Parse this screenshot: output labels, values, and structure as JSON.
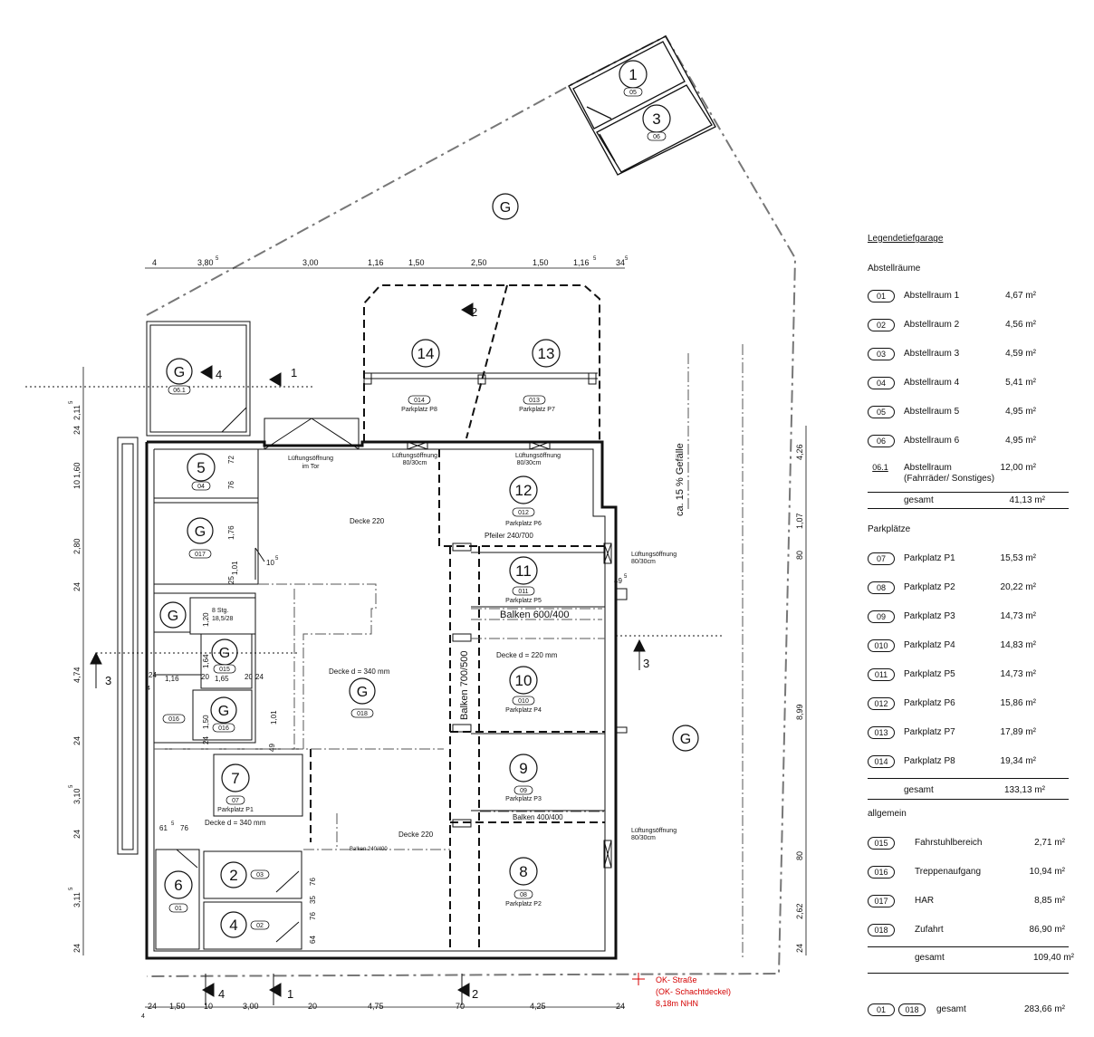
{
  "dims_top": [
    "4",
    "3,80",
    "5",
    "3,00",
    "1,16",
    "1,50",
    "2,50",
    "1,50",
    "1,16",
    "5",
    "34",
    "5"
  ],
  "dims_bottom": [
    "24",
    "1,50",
    "10",
    "3,00",
    "20",
    "4,75",
    "70",
    "4,25",
    "24",
    "4"
  ],
  "dims_left": [
    "24",
    "2,11",
    "5",
    "10",
    "1,60",
    "2,80",
    "24",
    "4,74",
    "24",
    "3,10",
    "5",
    "24",
    "3,11",
    "5",
    "24"
  ],
  "dims_right": [
    "4,26",
    "1,07",
    "80",
    "8,99",
    "80",
    "2,62",
    "24"
  ],
  "dims_inner": [
    "72",
    "76",
    "1,76",
    "10",
    "5",
    "25",
    "1,01",
    "1,20",
    "1,64",
    "1,16",
    "20",
    "1,65",
    "20",
    "24",
    "1,50",
    "24",
    "1,01",
    "49",
    "61",
    "5",
    "76",
    "76",
    "35",
    "76",
    "64",
    "49",
    "5",
    "24",
    "4"
  ],
  "section_markers": [
    "1",
    "2",
    "3",
    "4"
  ],
  "room_numbers": [
    "1",
    "3",
    "5",
    "6",
    "2",
    "4",
    "7",
    "8",
    "9",
    "10",
    "11",
    "12",
    "13",
    "14"
  ],
  "room_codes": [
    "05",
    "06",
    "04",
    "01",
    "03",
    "02",
    "07",
    "08",
    "09",
    "010",
    "011",
    "012",
    "013",
    "014",
    "06.1",
    "017",
    "015",
    "016",
    "018"
  ],
  "g_marker": "G",
  "labels": {
    "parkplatz_p1": "Parkplatz P1",
    "parkplatz_p2": "Parkplatz P2",
    "parkplatz_p3": "Parkplatz P3",
    "parkplatz_p4": "Parkplatz P4",
    "parkplatz_p5": "Parkplatz P5",
    "parkplatz_p6": "Parkplatz P6",
    "parkplatz_p7": "Parkplatz P7",
    "parkplatz_p8": "Parkplatz P8",
    "lueftung_tor_1": "Lüftungsöffnung",
    "lueftung_tor_2": "im Tor",
    "lueftung": "Lüftungsöffnung",
    "lueftung_size": "80/30cm",
    "decke_220": "Decke 220",
    "decke_340": "Decke d = 340 mm",
    "decke_220mm": "Decke d = 220 mm",
    "pfeiler": "Pfeiler 240/700",
    "balken_600": "Balken 600/400",
    "balken_700": "Balken 700/500",
    "balken_400": "Balken 400/400",
    "balken_240": "Balken 240/400",
    "gefaelle": "ca. 15 % Gefälle",
    "stairs_1": "8 Stg.",
    "stairs_2": "18,5/28",
    "ok_1": "OK- Straße",
    "ok_2": "(OK- Schachtdeckel)",
    "ok_3": "8,18m NHN"
  },
  "colors": {
    "red": "#d40000",
    "line": "#111111",
    "dash": "#777777"
  },
  "legend": {
    "title": "Legendetiefgarage",
    "abstell": {
      "heading": "Abstellräume",
      "rows": [
        {
          "code": "01",
          "name": "Abstellraum 1",
          "area": "4,67 m²"
        },
        {
          "code": "02",
          "name": "Abstellraum 2",
          "area": "4,56 m²"
        },
        {
          "code": "03",
          "name": "Abstellraum 3",
          "area": "4,59 m²"
        },
        {
          "code": "04",
          "name": "Abstellraum 4",
          "area": "5,41 m²"
        },
        {
          "code": "05",
          "name": "Abstellraum 5",
          "area": "4,95 m²"
        },
        {
          "code": "06",
          "name": "Abstellraum 6",
          "area": "4,95 m²"
        },
        {
          "code": "06.1",
          "name": "Abstellraum",
          "name2": "(Fahrräder/ Sonstiges)",
          "area": "12,00 m²"
        }
      ],
      "sum_label": "gesamt",
      "sum": "41,13 m²"
    },
    "park": {
      "heading": "Parkplätze",
      "rows": [
        {
          "code": "07",
          "name": "Parkplatz P1",
          "area": "15,53 m²"
        },
        {
          "code": "08",
          "name": "Parkplatz P2",
          "area": "20,22 m²"
        },
        {
          "code": "09",
          "name": "Parkplatz P3",
          "area": "14,73 m²"
        },
        {
          "code": "010",
          "name": "Parkplatz P4",
          "area": "14,83 m²"
        },
        {
          "code": "011",
          "name": "Parkplatz P5",
          "area": "14,73 m²"
        },
        {
          "code": "012",
          "name": "Parkplatz P6",
          "area": "15,86 m²"
        },
        {
          "code": "013",
          "name": "Parkplatz P7",
          "area": "17,89 m²"
        },
        {
          "code": "014",
          "name": "Parkplatz P8",
          "area": "19,34 m²"
        }
      ],
      "sum_label": "gesamt",
      "sum": "133,13 m²"
    },
    "allg": {
      "heading": "allgemein",
      "rows": [
        {
          "code": "015",
          "name": "Fahrstuhlbereich",
          "area": "2,71 m²"
        },
        {
          "code": "016",
          "name": "Treppenaufgang",
          "area": "10,94 m²"
        },
        {
          "code": "017",
          "name": "HAR",
          "area": "8,85 m²"
        },
        {
          "code": "018",
          "name": "Zufahrt",
          "area": "86,90 m²"
        }
      ],
      "sum_label": "gesamt",
      "sum": "109,40 m²"
    },
    "total": {
      "code_a": "01",
      "code_b": "018",
      "label": "gesamt",
      "value": "283,66 m²"
    }
  }
}
